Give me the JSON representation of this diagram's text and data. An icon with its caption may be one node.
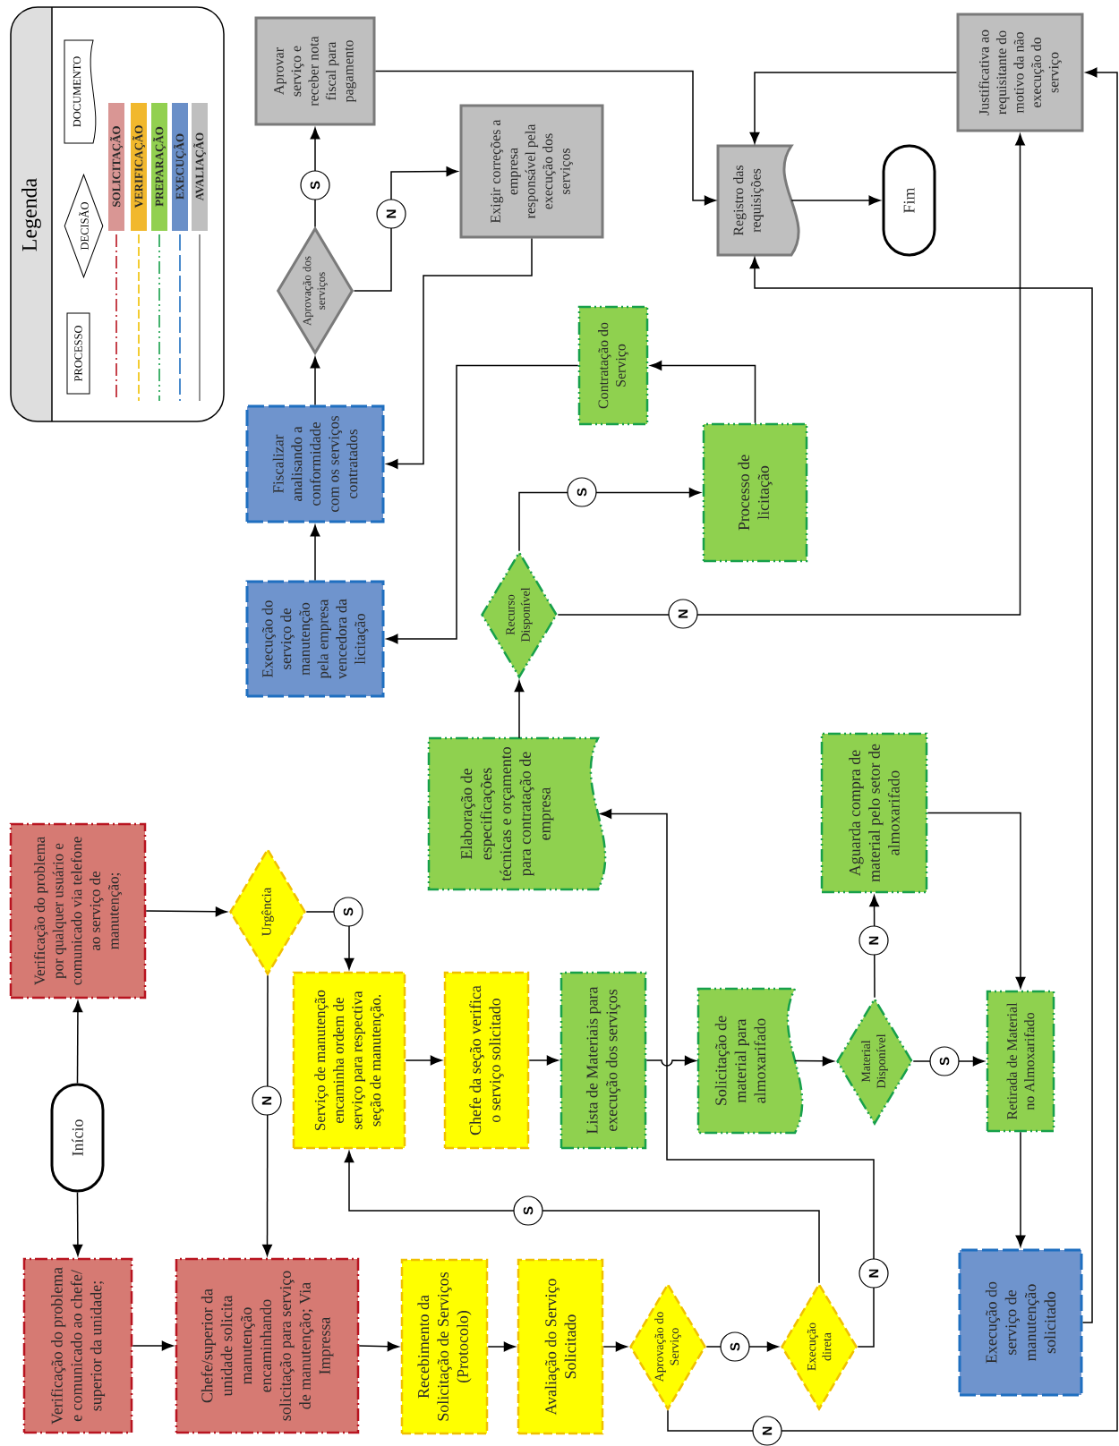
{
  "diagram": {
    "nodes": [
      {
        "text": [
          "Início"
        ]
      },
      {
        "text": [
          "Verificação do problema e comunicado ao chefe/ superior da unidade;"
        ]
      },
      {
        "text": [
          "Verificação do problema por qualquer usuário e comunicado via telefone ao serviço de manutenção;"
        ]
      },
      {
        "text": [
          "Chefe/superior da unidade solicita manutenção encaminhando solicitação para serviço de manutenção; Via Impressa"
        ]
      },
      {
        "text": [
          "Urgência"
        ]
      },
      {
        "text": [
          "Serviço de manutenção encaminha ordem de serviço para respectiva seção de manutenção."
        ]
      },
      {
        "text": [
          "Recebimento da Solicitação de Serviços (Protocolo)"
        ]
      },
      {
        "text": [
          "Avaliação do Serviço Solicitado"
        ]
      },
      {
        "text": [
          "Aprovação do Serviço"
        ]
      },
      {
        "text": [
          "Execução direta"
        ]
      },
      {
        "text": [
          "Chefe da seção verifica o serviço solicitado"
        ]
      },
      {
        "text": [
          "Lista de Materiais para execução dos serviços"
        ]
      },
      {
        "text": [
          "Solicitação de material para almoxarifado"
        ]
      },
      {
        "text": [
          "Material Disponível"
        ]
      },
      {
        "text": [
          "Aguarda compra de material pelo setor de almoxarifado"
        ]
      },
      {
        "text": [
          "Retirada de Material no Almoxarifado"
        ]
      },
      {
        "text": [
          "Execução do serviço de manutenção solicitado"
        ]
      },
      {
        "text": [
          "Elaboração de especificações técnicas e orçamento para contratação de empresa"
        ]
      },
      {
        "text": [
          "Recurso Disponível"
        ]
      },
      {
        "text": [
          "Processo de licitação"
        ]
      },
      {
        "text": [
          "Contratação do Serviço"
        ]
      },
      {
        "text": [
          "Execução do serviço de manutenção pela empresa vencedora da licitação"
        ]
      },
      {
        "text": [
          "Fiscalizar analisando a conformidade com os serviços contratados"
        ]
      },
      {
        "text": [
          "Aprovação dos serviços"
        ]
      },
      {
        "text": [
          "Aprovar serviço e receber nota fiscal para pagamento"
        ]
      },
      {
        "text": [
          "Exigir correções a empresa responsável pela execução dos serviços"
        ]
      },
      {
        "text": [
          "Registro das requisições"
        ]
      },
      {
        "text": [
          "Justificativa ao requisitante do motivo da não execução do serviço"
        ]
      },
      {
        "text": [
          "Fim"
        ]
      }
    ],
    "edges": [
      {
        "from": 0,
        "to": 1,
        "arrow": "to"
      },
      {
        "from": 0,
        "to": 2,
        "arrow": "to"
      },
      {
        "from": 1,
        "to": 3,
        "arrow": "to"
      },
      {
        "from": 2,
        "to": 4,
        "arrow": "to"
      },
      {
        "from": 4,
        "to": 5,
        "arrow": "to",
        "label": "S"
      },
      {
        "from": 4,
        "to": 3,
        "arrow": "to",
        "label": "N"
      },
      {
        "from": 3,
        "to": 6,
        "arrow": "to"
      },
      {
        "from": 6,
        "to": 7,
        "arrow": "to"
      },
      {
        "from": 7,
        "to": 8,
        "arrow": "to"
      },
      {
        "from": 8,
        "to": 9,
        "arrow": "to",
        "label": "S"
      },
      {
        "from": 8,
        "to": 27,
        "arrow": "to",
        "label": "N"
      },
      {
        "from": 9,
        "to": 5,
        "arrow": "to",
        "label": "S"
      },
      {
        "from": 9,
        "to": 17,
        "arrow": "to",
        "label": "N"
      },
      {
        "from": 5,
        "to": 10,
        "arrow": "to"
      },
      {
        "from": 10,
        "to": 11,
        "arrow": "to"
      },
      {
        "from": 11,
        "to": 12,
        "arrow": "to"
      },
      {
        "from": 12,
        "to": 13,
        "arrow": "to"
      },
      {
        "from": 13,
        "to": 15,
        "arrow": "to",
        "label": "S"
      },
      {
        "from": 13,
        "to": 14,
        "arrow": "to",
        "label": "N"
      },
      {
        "from": 14,
        "to": 15,
        "arrow": "to"
      },
      {
        "from": 15,
        "to": 16,
        "arrow": "to"
      },
      {
        "from": 16,
        "to": 26,
        "arrow": "to"
      },
      {
        "from": 17,
        "to": 18,
        "arrow": "to"
      },
      {
        "from": 18,
        "to": 19,
        "arrow": "to",
        "label": "S"
      },
      {
        "from": 18,
        "to": 27,
        "arrow": "to",
        "label": "N"
      },
      {
        "from": 19,
        "to": 20,
        "arrow": "to"
      },
      {
        "from": 20,
        "to": 21,
        "arrow": "to"
      },
      {
        "from": 21,
        "to": 22,
        "arrow": "to"
      },
      {
        "from": 22,
        "to": 23,
        "arrow": "to"
      },
      {
        "from": 23,
        "to": 24,
        "arrow": "to",
        "label": "S"
      },
      {
        "from": 23,
        "to": 25,
        "arrow": "to",
        "label": "N"
      },
      {
        "from": 25,
        "to": 22,
        "arrow": "to"
      },
      {
        "from": 24,
        "to": 26,
        "arrow": "to"
      },
      {
        "from": 27,
        "to": 26,
        "arrow": "to"
      },
      {
        "from": 26,
        "to": 28,
        "arrow": "to"
      }
    ],
    "labels": [
      "Legenda"
    ],
    "legend": [
      {
        "text": "PROCESSO"
      },
      {
        "text": "DECISÃO"
      },
      {
        "text": "DOCUMENTO"
      },
      {
        "text": "SOLICITAÇÃO",
        "color": "#d99694"
      },
      {
        "text": "VERIFICAÇÃO",
        "color": "#f1b82d"
      },
      {
        "text": "PREPARAÇÃO",
        "color": "#92d050"
      },
      {
        "text": "EXECUÇÃO",
        "color": "#6a8fc8"
      },
      {
        "text": "AVALIAÇÃO",
        "color": "#bfbfbf"
      }
    ]
  }
}
